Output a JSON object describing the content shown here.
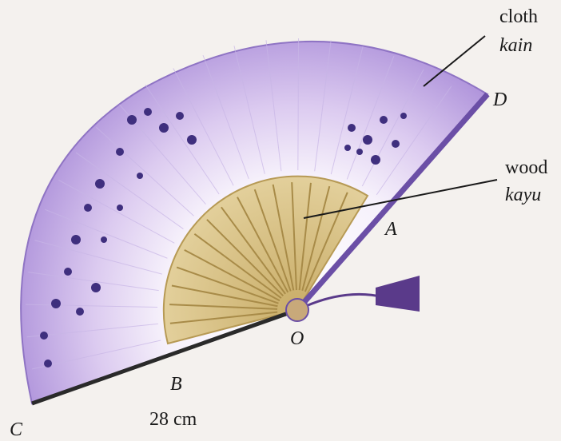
{
  "labels": {
    "cloth_en": "cloth",
    "cloth_ms": "kain",
    "wood_en": "wood",
    "wood_ms": "kayu",
    "point_a": "A",
    "point_b": "B",
    "point_c": "C",
    "point_d": "D",
    "point_o": "O",
    "measure": "28 cm"
  },
  "colors": {
    "cloth_outer": "#a98cd8",
    "cloth_inner": "#ffffff",
    "wood": "#d9c48d",
    "wood_dark": "#b79a55",
    "rim": "#6b4fa6",
    "flowers": "#3f2f7e",
    "tassel": "#5a3a8a",
    "line": "#1a1a1a"
  }
}
